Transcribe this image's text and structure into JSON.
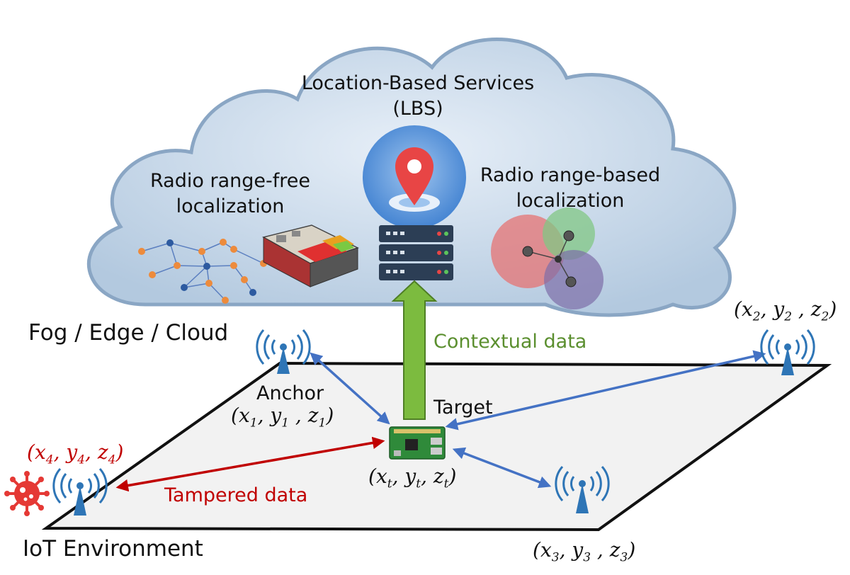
{
  "cloud": {
    "service_title": "Location-Based Services",
    "service_abbr": "(LBS)",
    "range_free_line1": "Radio range-free",
    "range_free_line2": "localization",
    "range_based_line1": "Radio range-based",
    "range_based_line2": "localization"
  },
  "layer_label": "Fog / Edge / Cloud",
  "environment_label": "IoT Environment",
  "contextual_label": "Contextual data",
  "tampered_label": "Tampered  data",
  "anchor_label": "Anchor",
  "target_label": "Target",
  "nodes": {
    "anchor1": {
      "x": "x",
      "xs": "1",
      "y": "y",
      "ys": "1",
      "z": "z",
      "zs": "1"
    },
    "anchor2": {
      "x": "x",
      "xs": "2",
      "y": "y",
      "ys": "2",
      "z": "z",
      "zs": "2"
    },
    "anchor3": {
      "x": "x",
      "xs": "3",
      "y": "y",
      "ys": "3",
      "z": "z",
      "zs": "3"
    },
    "anchor4": {
      "x": "x",
      "xs": "4",
      "y": "y",
      "ys": "4",
      "z": "z",
      "zs": "4"
    },
    "target": {
      "x": "x",
      "xs": "t",
      "y": "y",
      "ys": "t",
      "z": "z",
      "zs": "t"
    }
  },
  "colors": {
    "cloud_fill": "#c9d9ea",
    "cloud_stroke": "#8aa6c4",
    "normal_arrow": "#4472c4",
    "tampered": "#c00000",
    "contextual": "#5b8f2f",
    "platform": "#f2f2f2",
    "tower": "#2e75b6"
  },
  "icons": [
    "location-pin-icon",
    "server-icon",
    "virus-icon",
    "antenna-icon",
    "circuit-board-icon",
    "floor-plan-icon",
    "network-graph-icon"
  ]
}
